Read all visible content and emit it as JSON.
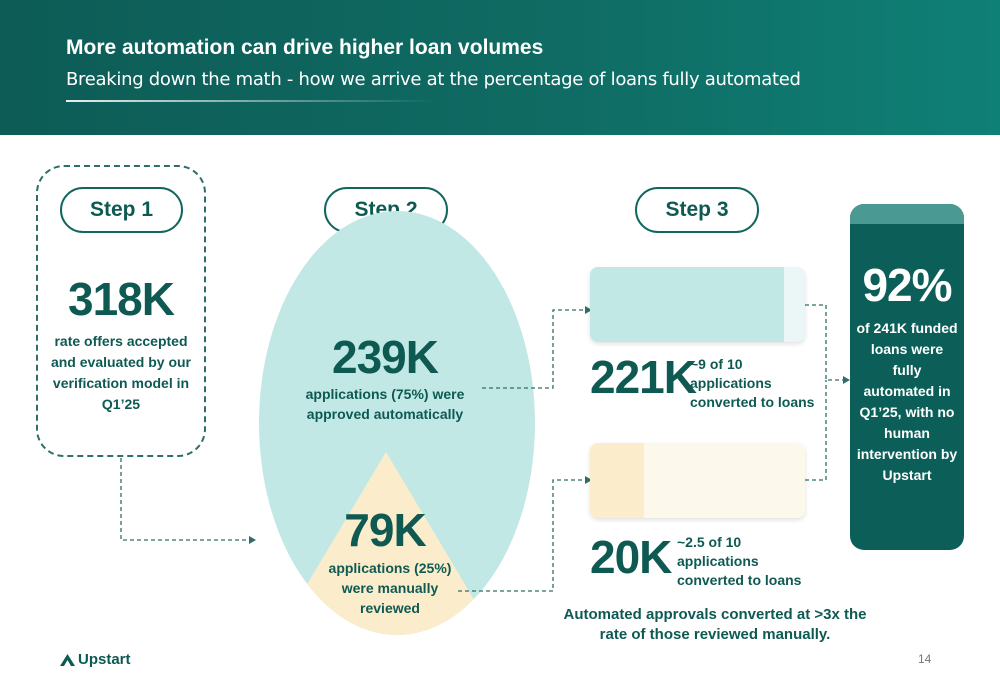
{
  "header": {
    "title": "More automation can drive higher loan volumes",
    "subtitle": "Breaking down the math - how we arrive at the percentage of loans fully automated"
  },
  "steps": [
    {
      "label": "Step 1"
    },
    {
      "label": "Step 2"
    },
    {
      "label": "Step 3"
    }
  ],
  "step1": {
    "value": "318K",
    "description": "rate offers accepted and evaluated by our verification model in Q1’25"
  },
  "step2": {
    "automatic": {
      "value": "239K",
      "description": "applications (75%) were approved automatically",
      "share": 0.75
    },
    "manual": {
      "value": "79K",
      "description": "applications (25%) were manually reviewed",
      "share": 0.25
    }
  },
  "step3": {
    "automatic": {
      "value": "221K",
      "description": "~9 of 10 applications converted to loans",
      "conversion": 0.9
    },
    "manual": {
      "value": "20K",
      "description": "~2.5 of 10 applications converted to loans",
      "conversion": 0.25
    }
  },
  "result": {
    "value": "92%",
    "description": "of 241K funded loans were fully automated in Q1’25, with no human intervention by Upstart"
  },
  "conclusion": "Automated approvals converted at >3x the rate of those reviewed manually.",
  "footer": {
    "logo": "Upstart",
    "page": "14"
  },
  "colors": {
    "primary": "#0e5a53",
    "automatic_fill": "#c2e8e6",
    "manual_fill": "#fbedcc",
    "result_bg": "#0c5f58"
  },
  "icons": {
    "logo": "upstart-logo-icon"
  }
}
